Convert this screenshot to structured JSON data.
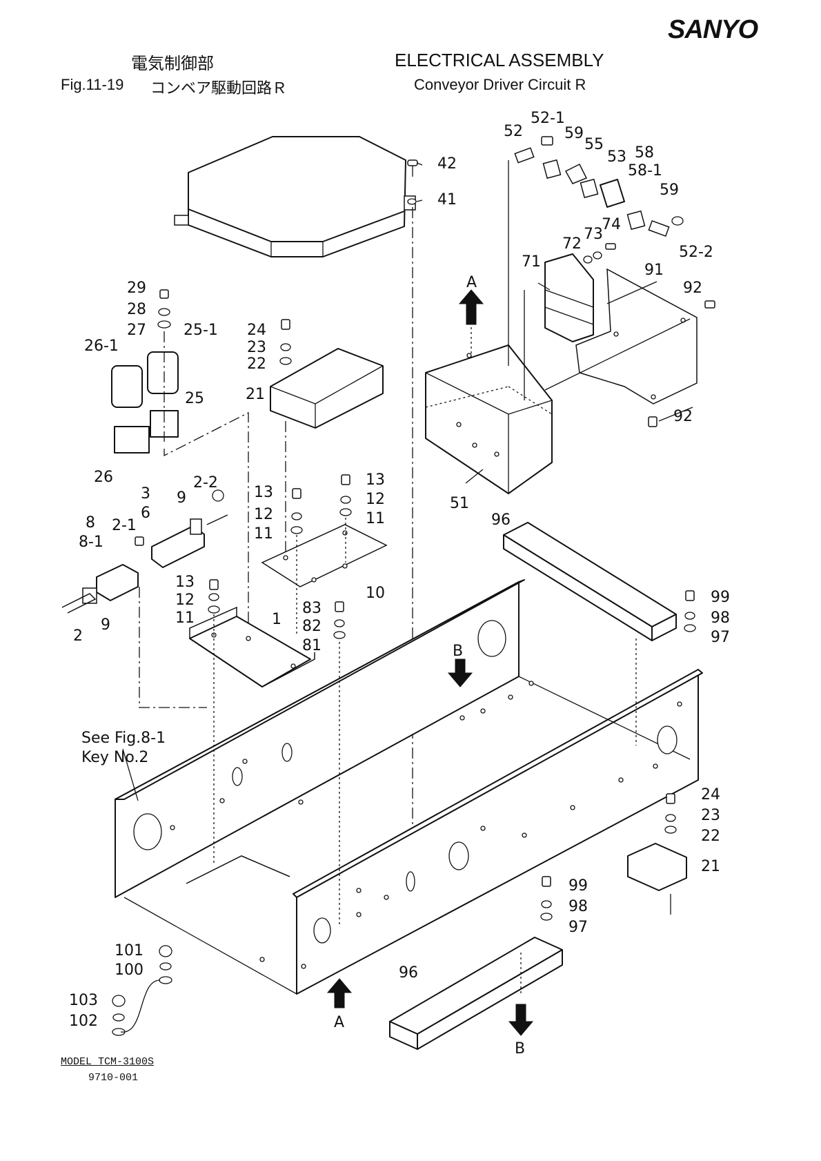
{
  "header": {
    "logo": "SANYO",
    "title_jp": "電気制御部",
    "fig_label": "Fig.11-19",
    "fig_title_jp": "コンベア駆動回路Ｒ",
    "title_en": "ELECTRICAL ASSEMBLY",
    "subtitle_en": "Conveyor Driver Circuit R"
  },
  "footer": {
    "model": "MODEL TCM-3100S",
    "doc_code": "9710-001"
  },
  "reference_note": {
    "line1": "See Fig.8-1",
    "line2": "Key No.2"
  },
  "view_markers": [
    "A",
    "B"
  ],
  "part_labels": [
    "52",
    "52-1",
    "59",
    "55",
    "53",
    "58",
    "58-1",
    "59",
    "74",
    "73",
    "72",
    "52-2",
    "71",
    "91",
    "92",
    "92",
    "42",
    "41",
    "51",
    "29",
    "28",
    "27",
    "26-1",
    "25-1",
    "25",
    "26",
    "24",
    "23",
    "22",
    "21",
    "13",
    "12",
    "11",
    "10",
    "13",
    "12",
    "11",
    "2-2",
    "3",
    "6",
    "9",
    "8",
    "8-1",
    "2-1",
    "9",
    "2",
    "13",
    "12",
    "11",
    "1",
    "83",
    "82",
    "81",
    "96",
    "99",
    "98",
    "97",
    "24",
    "23",
    "22",
    "21",
    "99",
    "98",
    "97",
    "96",
    "101",
    "100",
    "103",
    "102"
  ]
}
